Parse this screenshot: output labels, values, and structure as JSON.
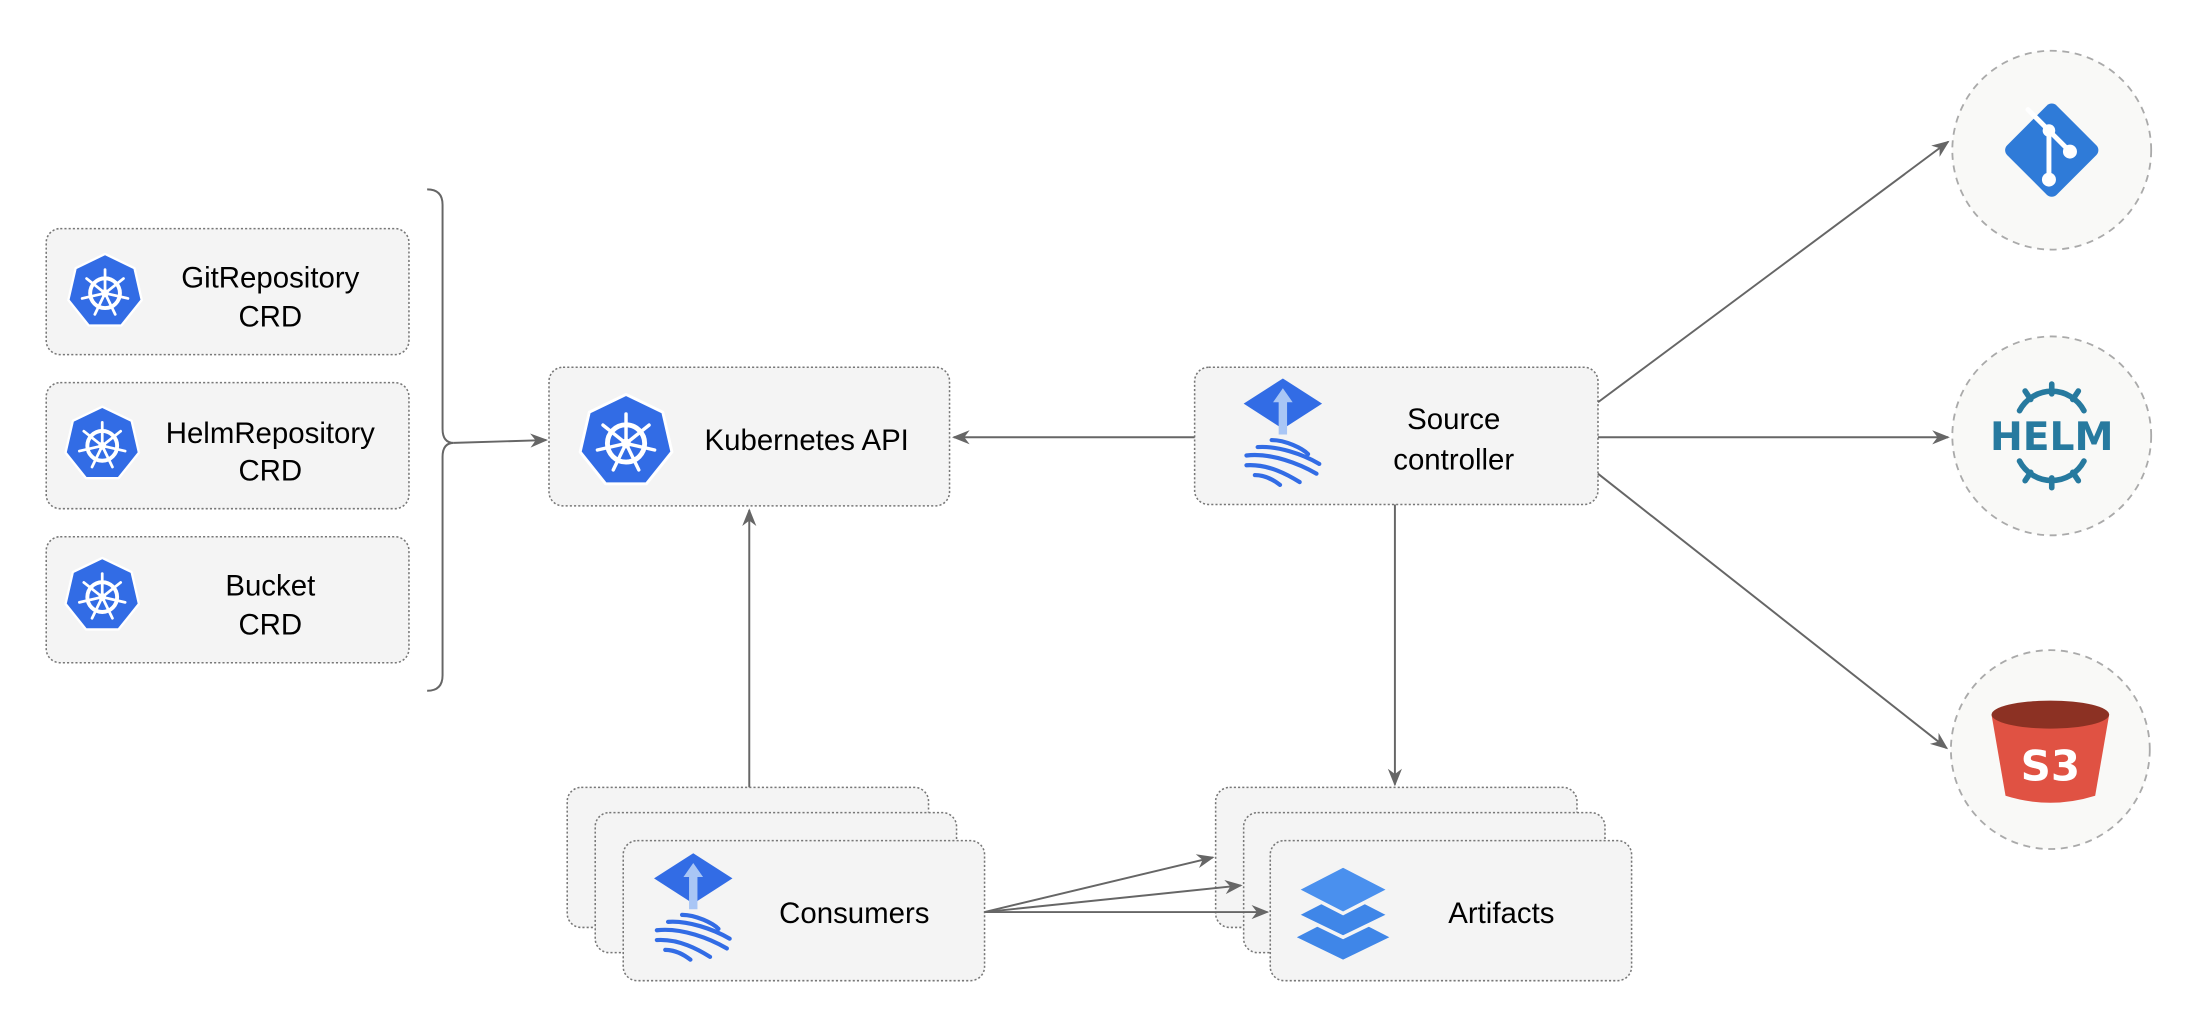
{
  "crds": [
    {
      "line1": "GitRepository",
      "line2": "CRD",
      "icon": "kubernetes-icon"
    },
    {
      "line1": "HelmRepository",
      "line2": "CRD",
      "icon": "kubernetes-icon"
    },
    {
      "line1": "Bucket",
      "line2": "CRD",
      "icon": "kubernetes-icon"
    }
  ],
  "kubernetes_api": {
    "label": "Kubernetes API",
    "icon": "kubernetes-icon"
  },
  "source_controller": {
    "line1": "Source",
    "line2": "controller",
    "icon": "flux-icon"
  },
  "consumers": {
    "label": "Consumers",
    "icon": "flux-icon"
  },
  "artifacts": {
    "label": "Artifacts",
    "icon": "layers-icon"
  },
  "sources": [
    {
      "name": "git",
      "icon": "git-icon"
    },
    {
      "name": "helm",
      "icon": "helm-icon",
      "logo_text": "HELM"
    },
    {
      "name": "s3",
      "icon": "s3-bucket-icon",
      "logo_text": "S3"
    }
  ],
  "colors": {
    "kubernetes": "#326ce5",
    "git": "#2f7bd8",
    "helm": "#277a9f",
    "s3_body": "#e05243",
    "s3_rim": "#8c3123",
    "edge": "#666666"
  }
}
